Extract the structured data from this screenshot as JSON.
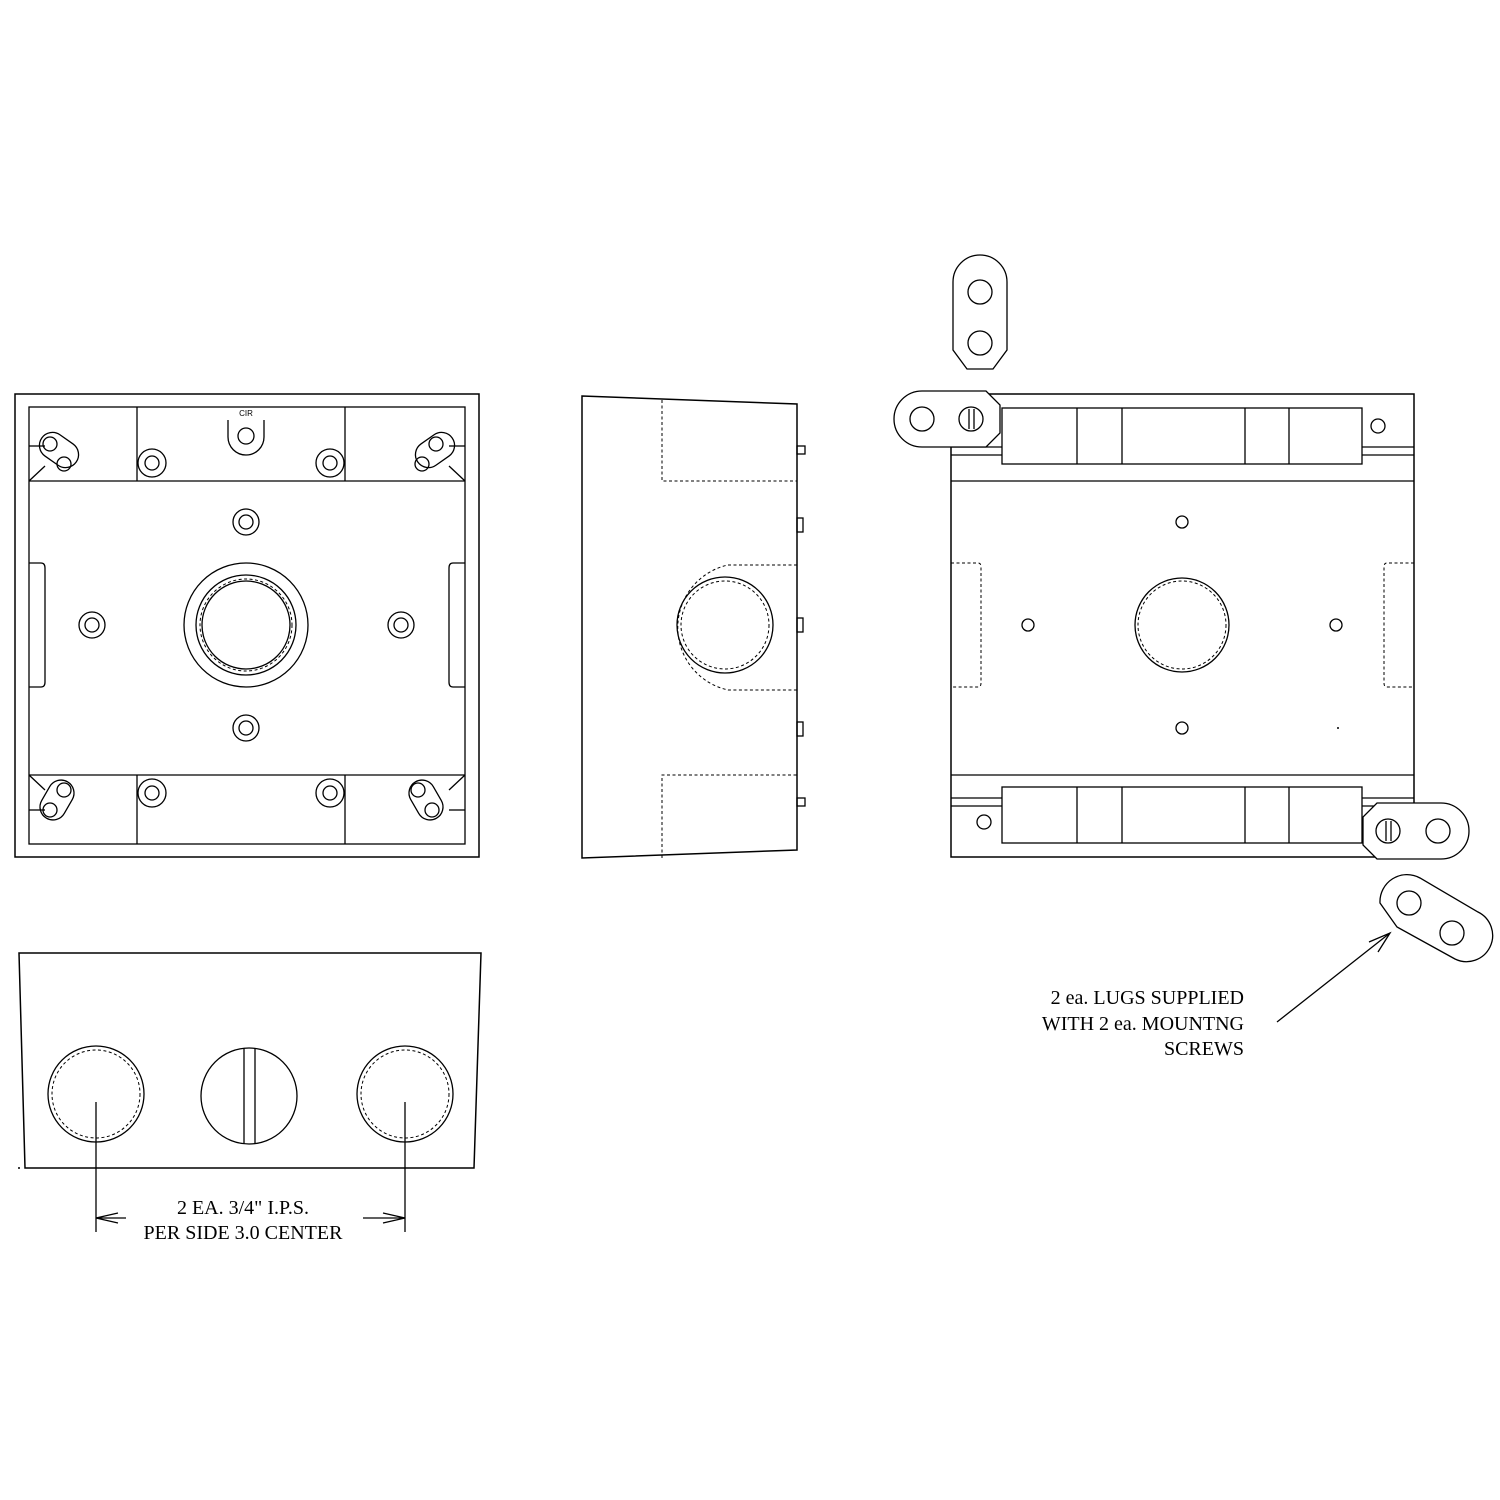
{
  "top_view": {
    "logo_text": "CIR"
  },
  "dimension_note": {
    "line1": "2 EA. 3/4\" I.P.S.",
    "line2": "PER SIDE 3.0 CENTER"
  },
  "lug_note": {
    "line1": "2 ea. LUGS SUPPLIED",
    "line2": "WITH 2 ea. MOUNTNG",
    "line3": "SCREWS"
  }
}
